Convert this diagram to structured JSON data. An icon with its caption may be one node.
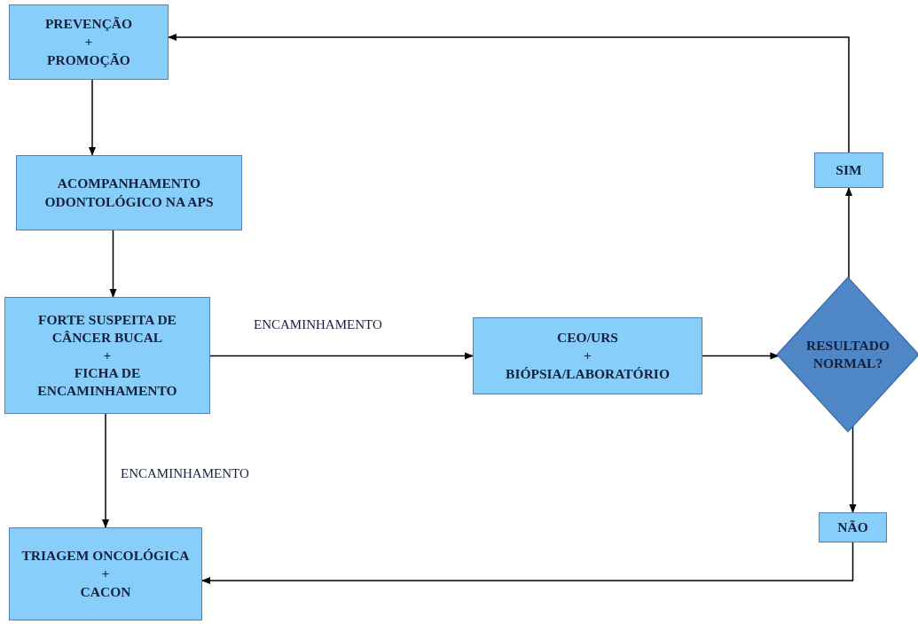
{
  "diagram": {
    "nodes": [
      {
        "text": [
          "PREVENÇÃO",
          "+",
          "PROMOÇÃO"
        ]
      },
      {
        "text": [
          "ACOMPANHAMENTO ODONTOLÓGICO NA APS"
        ]
      },
      {
        "text": [
          "FORTE SUSPEITA DE CÂNCER BUCAL",
          "+",
          "FICHA DE ENCAMINHAMENTO"
        ]
      },
      {
        "text": [
          "CEO/URS",
          "+",
          "BIÓPSIA/LABORATÓRIO"
        ]
      },
      {
        "text": [
          "RESULTADO NORMAL?"
        ]
      },
      {
        "text": [
          "SIM"
        ]
      },
      {
        "text": [
          "NÃO"
        ]
      },
      {
        "text": [
          "TRIAGEM ONCOLÓGICA",
          "+",
          "CACON"
        ]
      }
    ],
    "edges": [
      {
        "from": 0,
        "to": 1,
        "arrow": "to"
      },
      {
        "from": 1,
        "to": 2,
        "arrow": "to"
      },
      {
        "from": 2,
        "to": 3,
        "arrow": "to",
        "label": "ENCAMINHAMENTO"
      },
      {
        "from": 2,
        "to": 7,
        "arrow": "to",
        "label": "ENCAMINHAMENTO"
      },
      {
        "from": 3,
        "to": 4,
        "arrow": "to"
      },
      {
        "from": 4,
        "to": 5,
        "arrow": "to"
      },
      {
        "from": 5,
        "to": 0,
        "arrow": "to"
      },
      {
        "from": 4,
        "to": 6,
        "arrow": "to"
      },
      {
        "from": 6,
        "to": 7,
        "arrow": "to"
      }
    ]
  }
}
